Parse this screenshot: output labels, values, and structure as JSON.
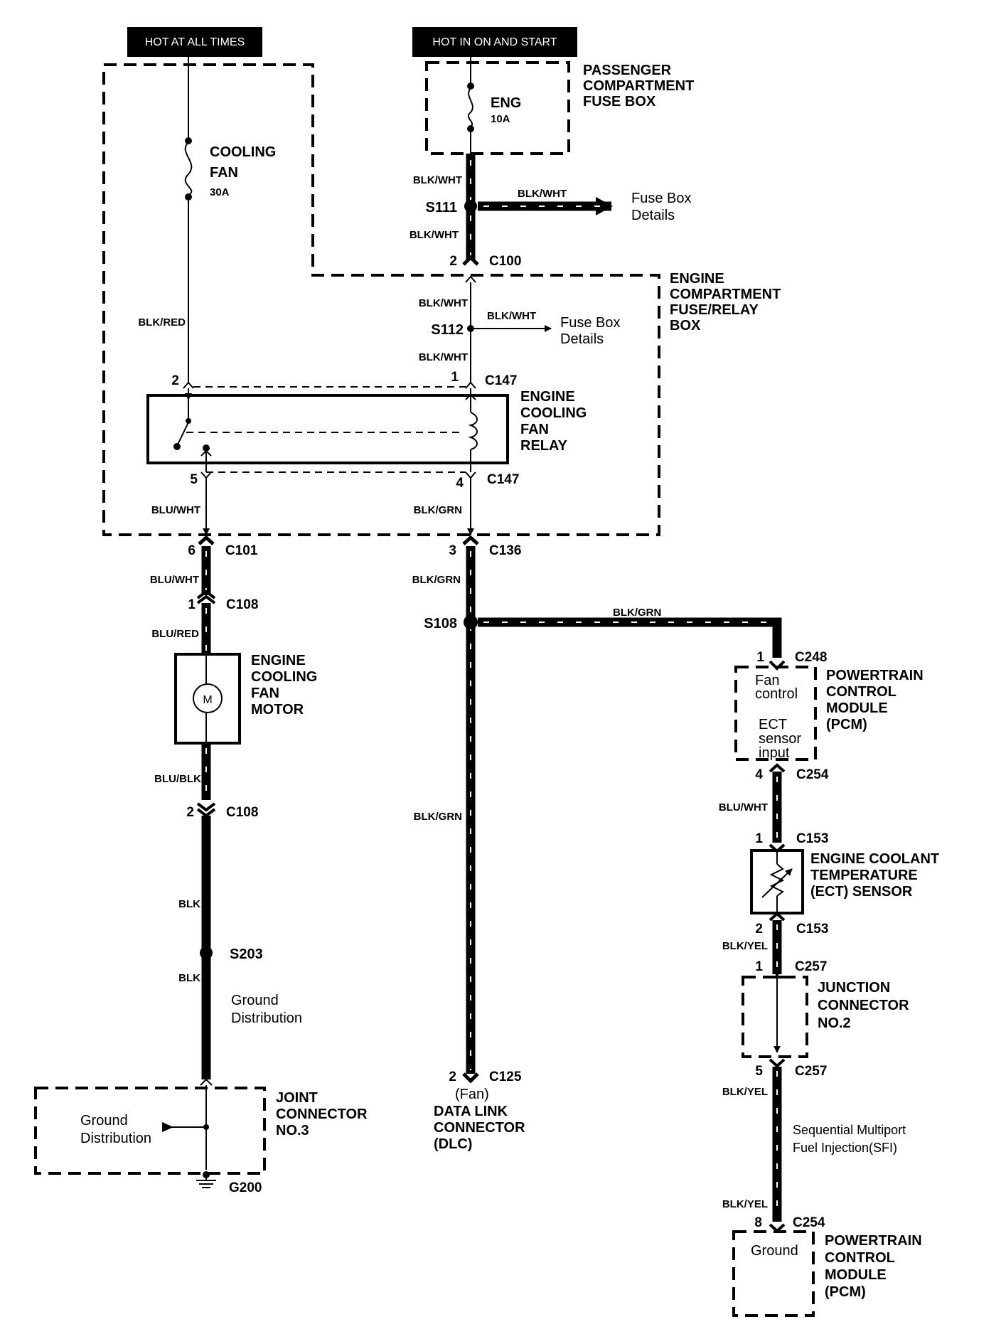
{
  "headers": {
    "hot_all_times": "HOT AT ALL TIMES",
    "hot_on_start": "HOT IN ON AND START"
  },
  "boxes": {
    "passenger_fuse_box": [
      "PASSENGER",
      "COMPARTMENT",
      "FUSE BOX"
    ],
    "engine_fuse_relay_box": [
      "ENGINE",
      "COMPARTMENT",
      "FUSE/RELAY",
      "BOX"
    ],
    "fan_relay": [
      "ENGINE",
      "COOLING",
      "FAN",
      "RELAY"
    ],
    "fan_motor": [
      "ENGINE",
      "COOLING",
      "FAN",
      "MOTOR"
    ],
    "pcm_top": [
      "POWERTRAIN",
      "CONTROL",
      "MODULE",
      "(PCM)"
    ],
    "pcm_bottom": [
      "POWERTRAIN",
      "CONTROL",
      "MODULE",
      "(PCM)"
    ],
    "ect_sensor": [
      "ENGINE COOLANT",
      "TEMPERATURE",
      "(ECT) SENSOR"
    ],
    "junction_connector": [
      "JUNCTION",
      "CONNECTOR",
      "NO.2"
    ],
    "joint_connector": [
      "JOINT",
      "CONNECTOR",
      "NO.3"
    ],
    "dlc": [
      "DATA LINK",
      "CONNECTOR",
      "(DLC)"
    ]
  },
  "fuses": {
    "cooling_fan_name": [
      "COOLING",
      "FAN"
    ],
    "cooling_fan_rating": "30A",
    "eng_name": "ENG",
    "eng_rating": "10A"
  },
  "wires": {
    "blk_wht": "BLK/WHT",
    "blk_red": "BLK/RED",
    "blu_wht": "BLU/WHT",
    "blk_grn": "BLK/GRN",
    "blu_red": "BLU/RED",
    "blu_blk": "BLU/BLK",
    "blk": "BLK",
    "blk_yel": "BLK/YEL"
  },
  "splices": {
    "s111": "S111",
    "s112": "S112",
    "s108": "S108",
    "s203": "S203"
  },
  "connectors": {
    "c100": "C100",
    "c147": "C147",
    "c101": "C101",
    "c136": "C136",
    "c108": "C108",
    "c248": "C248",
    "c254": "C254",
    "c153": "C153",
    "c257": "C257",
    "c125": "C125",
    "g200": "G200"
  },
  "pins": {
    "p1": "1",
    "p2": "2",
    "p3": "3",
    "p4": "4",
    "p5": "5",
    "p6": "6",
    "p8": "8"
  },
  "notes": {
    "fuse_box_details": [
      "Fuse Box",
      "Details"
    ],
    "ground_distribution": [
      "Ground",
      "Distribution"
    ],
    "fan_control": [
      "Fan",
      "control"
    ],
    "ect_input": [
      "ECT",
      "sensor",
      "input"
    ],
    "ground": "Ground",
    "fan": "(Fan)",
    "sfi": [
      "Sequential Multiport",
      "Fuel Injection(SFI)"
    ],
    "motor_symbol": "M"
  }
}
